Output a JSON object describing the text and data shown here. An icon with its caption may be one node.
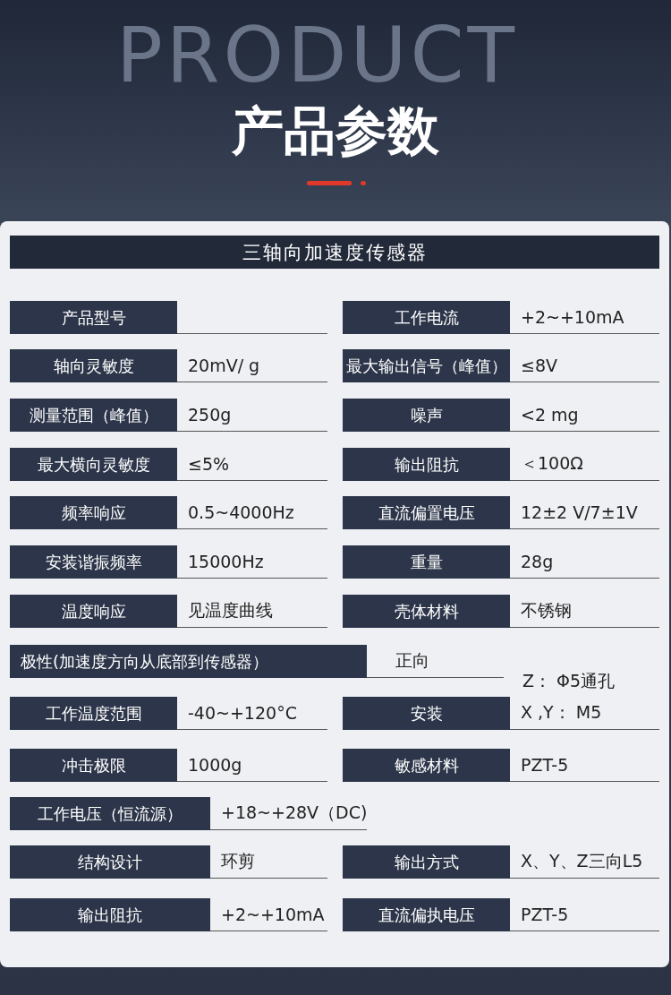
{
  "diagram": {
    "title": "产品参数",
    "labels": [
      "PRODUCT",
      "三轴向加速度传感器",
      "产品型号",
      "工作电流",
      "+2~+10mA",
      "轴向灵敏度",
      "20mV/ g",
      "最大输出信号（峰值）",
      "≤8V",
      "测量范围（峰值）",
      "250g",
      "噪声",
      "<2 mg",
      "最大横向灵敏度",
      "≤5%",
      "输出阻抗",
      "＜100Ω",
      "频率响应",
      "0.5~4000Hz",
      "直流偏置电压",
      "12±2 V/7±1V",
      "安装谐振频率",
      "15000Hz",
      "重量",
      "28g",
      "温度响应",
      "见温度曲线",
      "壳体材料",
      "不锈钢",
      "极性(加速度方向从底部到传感器）",
      "正向",
      "Z： Φ5通孔",
      "工作温度范围",
      "-40~+120°C",
      "安装",
      "X ,Y：  M5",
      "冲击极限",
      "1000g",
      "敏感材料",
      "PZT-5",
      "工作电压（恒流源）",
      "+18~+28V（DC)",
      "结构设计",
      "环剪",
      "输出方式",
      "X、Y、Z三向L5",
      "输出阻抗",
      "+2~+10mA",
      "直流偏执电压",
      "PZT-5"
    ]
  }
}
